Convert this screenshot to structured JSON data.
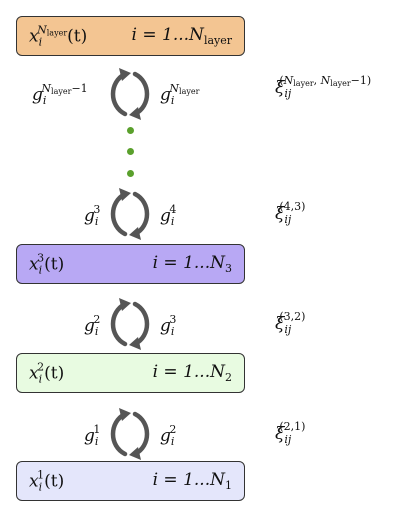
{
  "colors": {
    "layer_top": "#f3c592",
    "layer_3": "#b8a8f4",
    "layer_2": "#e8fbe1",
    "layer_1": "#e4e6fb",
    "arrow": "#555555",
    "dots": "#5aa02c"
  },
  "layers": {
    "top": {
      "var": "x",
      "sub": "i",
      "sup": "N",
      "sup_sub": "layer",
      "arg": "(t)",
      "range_prefix": "i = 1...N",
      "range_sub": "layer"
    },
    "l3": {
      "var": "x",
      "sub": "i",
      "sup": "3",
      "arg": "(t)",
      "range_prefix": "i = 1...N",
      "range_sub": "3"
    },
    "l2": {
      "var": "x",
      "sub": "i",
      "sup": "2",
      "arg": "(t)",
      "range_prefix": "i = 1...N",
      "range_sub": "2"
    },
    "l1": {
      "var": "x",
      "sub": "i",
      "sup": "1",
      "arg": "(t)",
      "range_prefix": "i = 1...N",
      "range_sub": "1"
    }
  },
  "couplings": {
    "top": {
      "left_var": "g",
      "left_sub": "i",
      "left_sup": "N",
      "left_sup_sub": "layer",
      "left_sup_tail": "−1",
      "right_var": "g",
      "right_sub": "i",
      "right_sup": "N",
      "right_sup_sub": "layer",
      "xi_var": "ξ",
      "xi_sub": "ij",
      "xi_sup": "(N_layer, N_layer − 1)"
    },
    "c43": {
      "left_var": "g",
      "left_sub": "i",
      "left_sup": "3",
      "right_var": "g",
      "right_sub": "i",
      "right_sup": "4",
      "xi_var": "ξ",
      "xi_sub": "ij",
      "xi_sup": "(4,3)"
    },
    "c32": {
      "left_var": "g",
      "left_sub": "i",
      "left_sup": "2",
      "right_var": "g",
      "right_sub": "i",
      "right_sup": "3",
      "xi_var": "ξ",
      "xi_sub": "ij",
      "xi_sup": "(3,2)"
    },
    "c21": {
      "left_var": "g",
      "left_sub": "i",
      "left_sup": "1",
      "right_var": "g",
      "right_sub": "i",
      "right_sup": "2",
      "xi_var": "ξ",
      "xi_sub": "ij",
      "xi_sup": "(2,1)"
    }
  },
  "ellipsis_dots": 3
}
